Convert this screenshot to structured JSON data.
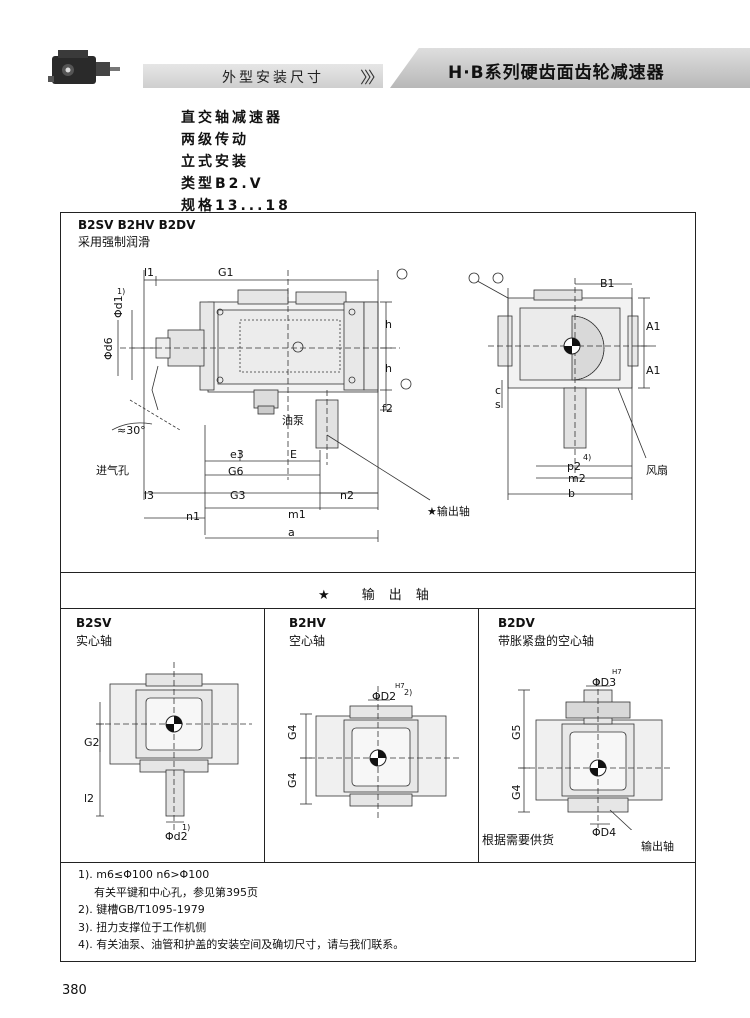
{
  "header": {
    "left_title": "外型安装尺寸",
    "right_title": "H·B系列硬齿面齿轮减速器"
  },
  "specs": [
    "直交轴减速器",
    "两级传动",
    "立式安装",
    "类型B2.V",
    "规格13...18"
  ],
  "top_section": {
    "type_line": "B2SV B2HV B2DV",
    "lubrication": "采用强制润滑",
    "labels": {
      "l1": "l1",
      "G1": "G1",
      "d1": "Φd1",
      "d6": "Φd6",
      "h": "h",
      "f2": "f2",
      "angle": "≈30°",
      "oil_pump": "油泵",
      "e3": "e3",
      "E": "E",
      "G6": "G6",
      "l3": "l3",
      "G3": "G3",
      "m1": "m1",
      "n2": "n2",
      "n1": "n1",
      "a": "a",
      "air_inlet": "进气孔",
      "output_shaft_note": "★输出轴",
      "B1": "B1",
      "A1": "A1",
      "c": "c",
      "s": "s",
      "p2": "p2",
      "p2_note": "4)",
      "m2": "m2",
      "b": "b",
      "fan": "风扇",
      "sup_1": "1)"
    }
  },
  "output_section": {
    "title": "★ 输出轴"
  },
  "panels": [
    {
      "type": "B2SV",
      "desc": "实心轴",
      "labels": {
        "G2": "G2",
        "l2": "l2",
        "d2": "Φd2",
        "note": "1)"
      }
    },
    {
      "type": "B2HV",
      "desc": "空心轴",
      "labels": {
        "D2": "ΦD2",
        "tol": "H7",
        "note": "2)",
        "G4a": "G4",
        "G4b": "G4"
      }
    },
    {
      "type": "B2DV",
      "desc": "带胀紧盘的空心轴",
      "labels": {
        "D3": "ΦD3",
        "tol": "H7",
        "G5": "G5",
        "G4": "G4",
        "D4": "ΦD4",
        "supply": "根据需要供货",
        "shaft": "输出轴"
      }
    }
  ],
  "notes": [
    "1). m6≤Φ100 n6>Φ100",
    "有关平键和中心孔，参见第395页",
    "2). 键槽GB/T1095-1979",
    "3). 扭力支撑位于工作机侧",
    "4). 有关油泵、油管和护盖的安装空间及确切尺寸，请与我们联系。"
  ],
  "page_number": "380"
}
